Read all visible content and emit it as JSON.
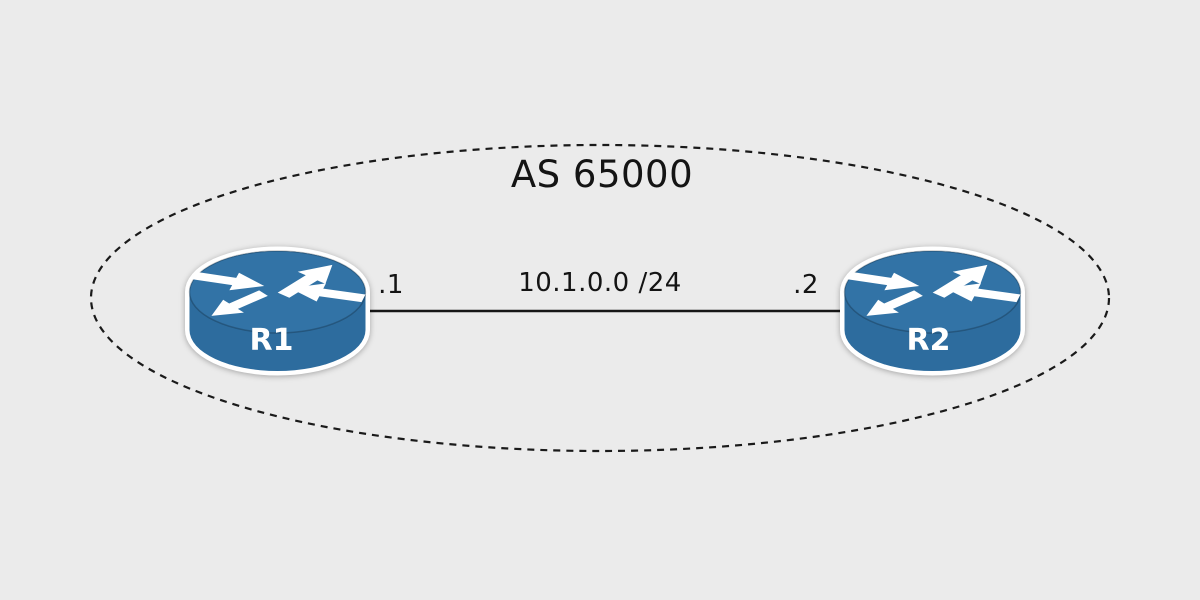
{
  "diagram": {
    "title": "AS 65000",
    "routers": [
      {
        "name": "R1",
        "interface_suffix": ".1"
      },
      {
        "name": "R2",
        "interface_suffix": ".2"
      }
    ],
    "link": {
      "network": "10.1.0.0 /24",
      "left_label": ".1",
      "right_label": ".2"
    },
    "colors": {
      "background": "#ebebeb",
      "router_body": "#2d6c9e",
      "router_top": "#3273a6",
      "arrow": "#ffffff",
      "line": "#161616",
      "boundary": "#1a1a1a",
      "text": "#141414"
    }
  }
}
